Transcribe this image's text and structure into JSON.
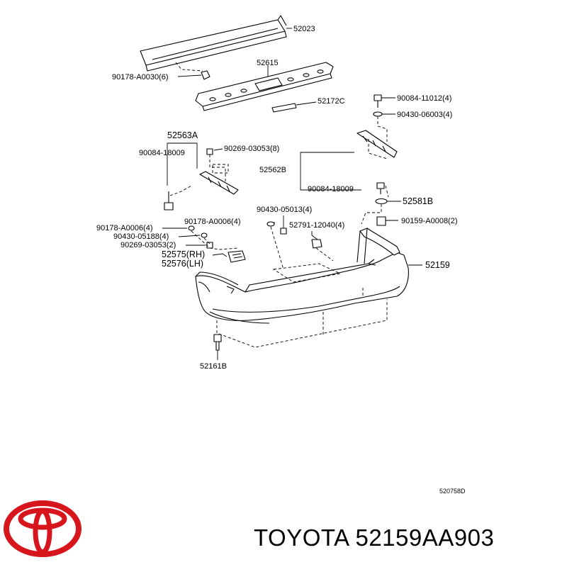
{
  "part_labels": {
    "p52023": "52023",
    "p90178_a0030": "90178-A0030(6)",
    "p52615": "52615",
    "p52172c": "52172C",
    "p90084_11012": "90084-11012(4)",
    "p90430_06003": "90430-06003(4)",
    "p52563a": "52563A",
    "p90084_18009_l": "90084-18009",
    "p90269_03053_8": "90269-03053(8)",
    "p52562b": "52562B",
    "p90084_18009_r": "90084-18009",
    "p52581b": "52581B",
    "p90430_05013": "90430-05013(4)",
    "p90178_a0006_a": "90178-A0006(4)",
    "p90159_a0008": "90159-A0008(2)",
    "p90178_a0006_b": "90178-A0006(4)",
    "p52791_12040": "52791-12040(4)",
    "p90430_05188": "90430-05188(4)",
    "p90269_03053_2": "90269-03053(2)",
    "p52575": "52575(RH)",
    "p52576": "52576(LH)",
    "p52159": "52159",
    "p52161b": "52161B"
  },
  "diagram_code": "520758D",
  "footer": {
    "title": "TOYOTA 52159AA903"
  },
  "colors": {
    "logo_red": "#d6161c",
    "line": "#000000",
    "background": "#ffffff"
  },
  "icons": {
    "brand_logo": "toyota-logo-icon"
  }
}
